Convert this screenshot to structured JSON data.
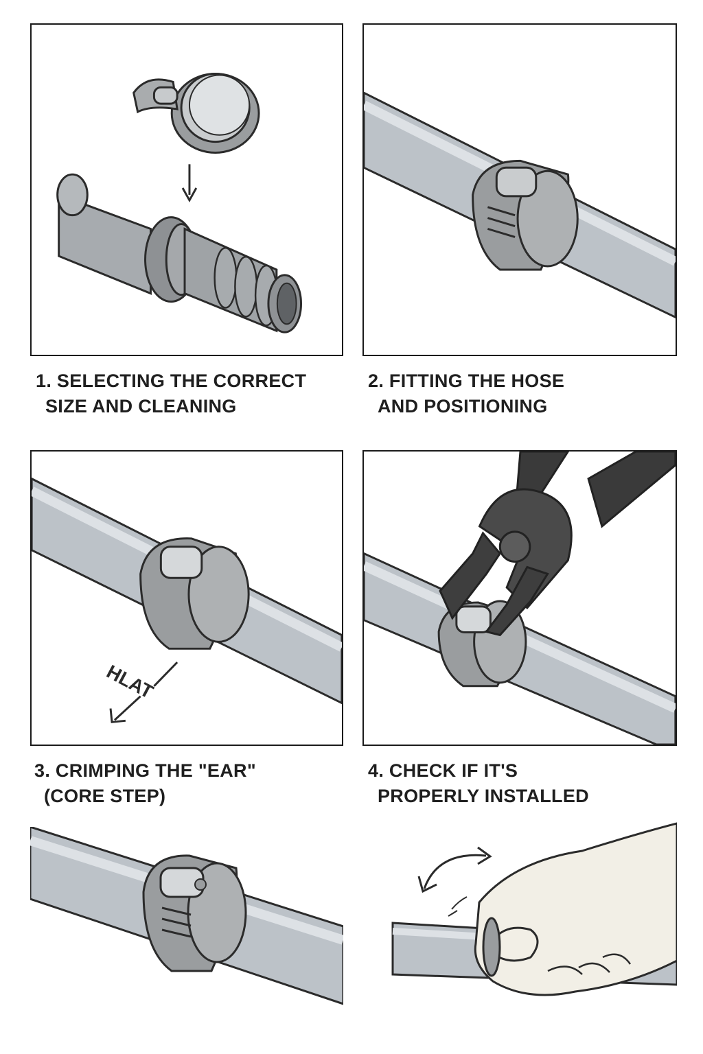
{
  "steps": [
    {
      "line1": "1. SELECTING THE CORRECT",
      "line2": "SIZE AND CLEANING"
    },
    {
      "line1": "2. FITTING THE HOSE",
      "line2": "AND POSITIONING"
    },
    {
      "line1": "3. CRIMPING THE \"EAR\"",
      "line2": "(CORE STEP)"
    },
    {
      "line1": "4. CHECK IF IT'S",
      "line2": "PROPERLY INSTALLED"
    }
  ],
  "annotation": {
    "garbled_label": "HLAT"
  },
  "colors": {
    "line": "#2b2b2b",
    "hose": "#b9bfc6",
    "hose_light": "#d4d9de",
    "clamp": "#9a9d9f",
    "clamp_dark": "#6d7072",
    "tool": "#3a3a3a",
    "skin": "#f2efe6"
  }
}
